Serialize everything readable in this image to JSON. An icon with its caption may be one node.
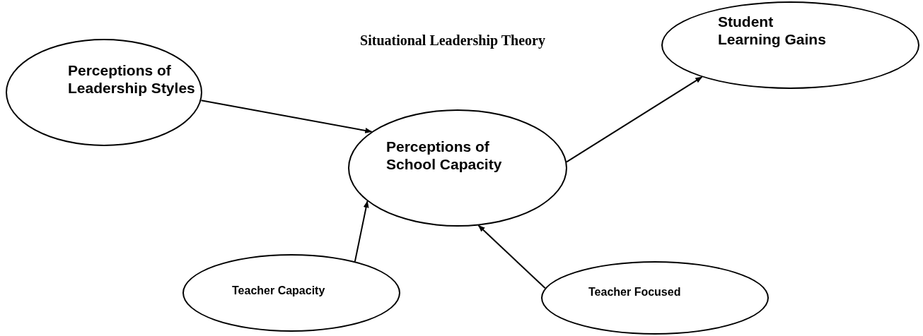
{
  "diagram": {
    "title": "Situational Leadership Theory",
    "nodes": [
      {
        "text": [
          "Perceptions of Leadership Styles"
        ]
      },
      {
        "text": [
          "Perceptions of School Capacity"
        ]
      },
      {
        "text": [
          "Student Learning Gains"
        ]
      },
      {
        "text": [
          "Teacher Capacity"
        ]
      },
      {
        "text": [
          "Teacher Focused"
        ]
      }
    ],
    "edges": [
      {
        "from": 0,
        "to": 1,
        "arrow": "to"
      },
      {
        "from": 1,
        "to": 2,
        "arrow": "to"
      },
      {
        "from": 3,
        "to": 1,
        "arrow": "to"
      },
      {
        "from": 4,
        "to": 1,
        "arrow": "to"
      }
    ]
  }
}
